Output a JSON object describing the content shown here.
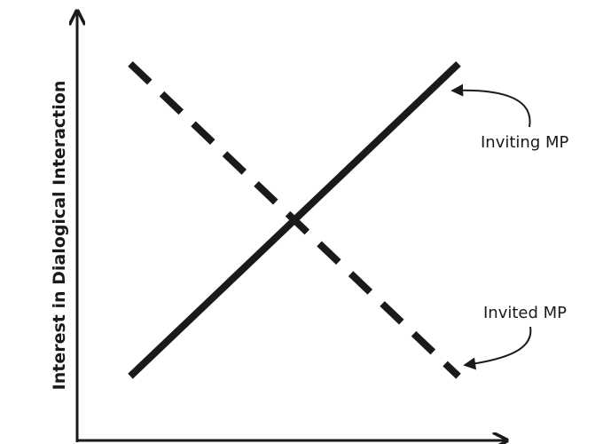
{
  "chart_data": {
    "type": "line",
    "title": "",
    "xlabel": "",
    "ylabel": "Interest in Dialogical Interaction",
    "grid": false,
    "legend": "none",
    "xlim": [
      0,
      1
    ],
    "ylim": [
      0,
      1
    ],
    "series": [
      {
        "name": "Inviting MP",
        "style": "solid",
        "color": "#1a1a1a",
        "points": [
          [
            0.12,
            0.15
          ],
          [
            0.86,
            0.88
          ]
        ]
      },
      {
        "name": "Invited MP",
        "style": "dashed",
        "color": "#1a1a1a",
        "points": [
          [
            0.12,
            0.88
          ],
          [
            0.86,
            0.15
          ]
        ]
      }
    ],
    "annotations": [
      {
        "text": "Inviting MP",
        "series": "Inviting MP"
      },
      {
        "text": "Invited MP",
        "series": "Invited MP"
      }
    ]
  }
}
